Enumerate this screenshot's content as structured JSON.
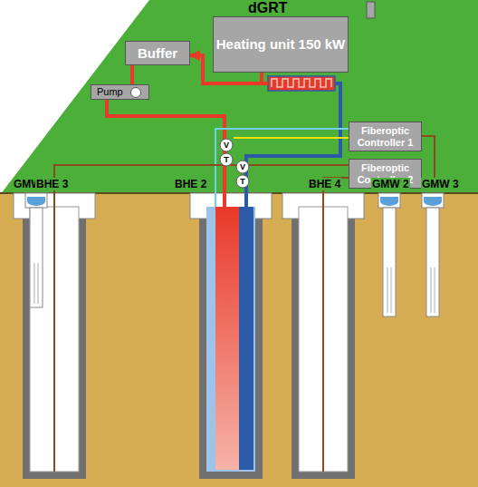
{
  "diagram": {
    "title": "dGRT",
    "nodes": [
      {
        "text": [
          "Buffer"
        ]
      },
      {
        "text": [
          "Heating unit 150 kW"
        ]
      },
      {
        "text": [
          "Pump"
        ]
      },
      {
        "text": [
          "Fiberoptic Controller 1"
        ]
      },
      {
        "text": [
          "Fiberoptic Controller 2"
        ]
      }
    ],
    "edges": [
      {
        "from": 1,
        "to": 0,
        "arrow": "to"
      },
      {
        "from": 0,
        "to": 2,
        "arrow": "none"
      }
    ],
    "labels": [
      "GMW 1",
      "BHE 3",
      "BHE 2",
      "BHE 4",
      "GMW 2",
      "GMW 3",
      "V",
      "T",
      "V",
      "T"
    ]
  }
}
